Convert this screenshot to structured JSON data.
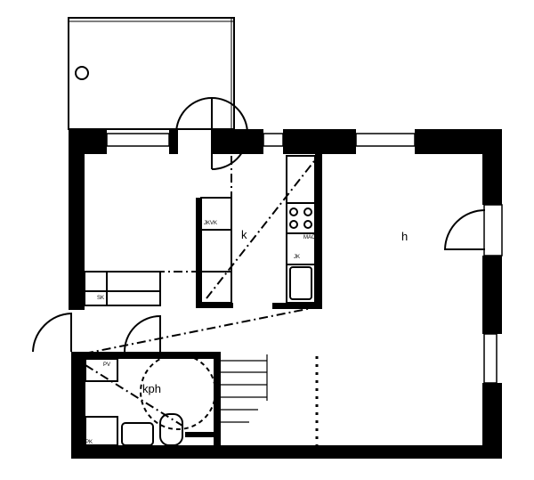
{
  "rooms": {
    "kitchen": "k",
    "living": "h",
    "bathroom": "kph"
  },
  "fixtures": {
    "fridge_freezer": "JKVK",
    "dishwasher": "MAO",
    "cold_cabinet": "JK",
    "cleaning_cabinet": "SK",
    "washing_machine": "PV",
    "laundry_cabinet": "PK"
  },
  "colors": {
    "wall": "#000000",
    "background": "#ffffff"
  }
}
